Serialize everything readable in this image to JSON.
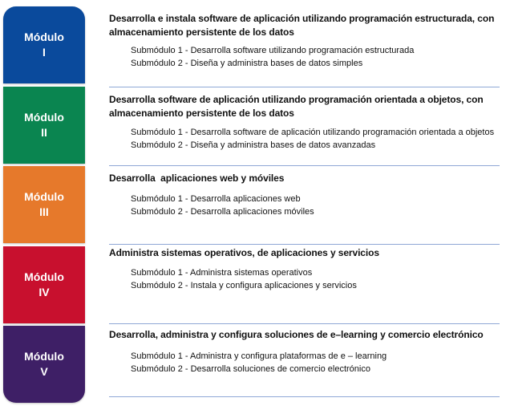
{
  "colors": {
    "module_1": "#0a4a9c",
    "module_2": "#0a8550",
    "module_3": "#e6792b",
    "module_4": "#c8102e",
    "module_5": "#3e1f66",
    "divider": "#8fa8d6"
  },
  "modules": [
    {
      "label": "Módulo",
      "numeral": "I",
      "title_line1": "Desarrolla e instala software de aplicación utilizando programación estructurada, con",
      "title_line2": "almacenamiento persistente de los datos",
      "submodules": [
        "Submódulo 1 - Desarrolla software utilizando programación estructurada",
        "Submódulo 2 - Diseña y administra bases de datos simples"
      ]
    },
    {
      "label": "Módulo",
      "numeral": "II",
      "title_line1": "Desarrolla software de aplicación utilizando programación orientada a objetos, con",
      "title_line2": "almacenamiento persistente de los datos",
      "submodules": [
        "Submódulo 1 - Desarrolla software de aplicación utilizando programación orientada a objetos",
        "Submódulo 2 - Diseña y administra bases de datos avanzadas"
      ]
    },
    {
      "label": "Módulo",
      "numeral": "III",
      "title_line1": "Desarrolla  aplicaciones web y móviles",
      "title_line2": "",
      "submodules": [
        "Submódulo 1 - Desarrolla aplicaciones web",
        "Submódulo 2 - Desarrolla aplicaciones móviles"
      ]
    },
    {
      "label": "Módulo",
      "numeral": "IV",
      "title_line1": "Administra sistemas operativos, de aplicaciones y servicios",
      "title_line2": "",
      "submodules": [
        "Submódulo 1 - Administra sistemas operativos",
        "Submódulo 2 - Instala y configura aplicaciones y servicios"
      ]
    },
    {
      "label": "Módulo",
      "numeral": "V",
      "title_line1": "Desarrolla, administra y configura soluciones de e–learning y comercio electrónico",
      "title_line2": "",
      "submodules": [
        "Submódulo 1 - Administra y configura plataformas de e – learning",
        "Submódulo 2 - Desarrolla soluciones de comercio electrónico"
      ]
    }
  ]
}
